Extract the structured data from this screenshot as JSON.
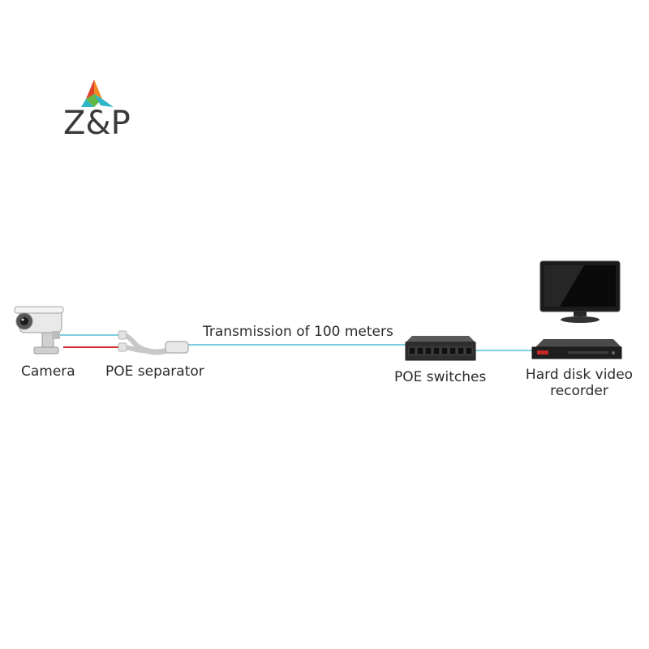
{
  "brand": {
    "name": "Z&P",
    "logo_colors": {
      "red": "#e0432b",
      "orange": "#f08a24",
      "green": "#62b845",
      "teal": "#2fb5c8"
    }
  },
  "diagram": {
    "labels": {
      "camera": "Camera",
      "poe_separator": "POE separator",
      "transmission": "Transmission of 100 meters",
      "poe_switches": "POE switches",
      "nvr_line1": "Hard disk video",
      "nvr_line2": "recorder"
    },
    "colors": {
      "data_cable": "#7fcde0",
      "power_cable": "#d42a2a"
    },
    "icons": [
      "camera-icon",
      "poe-separator-icon",
      "poe-switch-icon",
      "monitor-icon",
      "nvr-icon"
    ]
  }
}
